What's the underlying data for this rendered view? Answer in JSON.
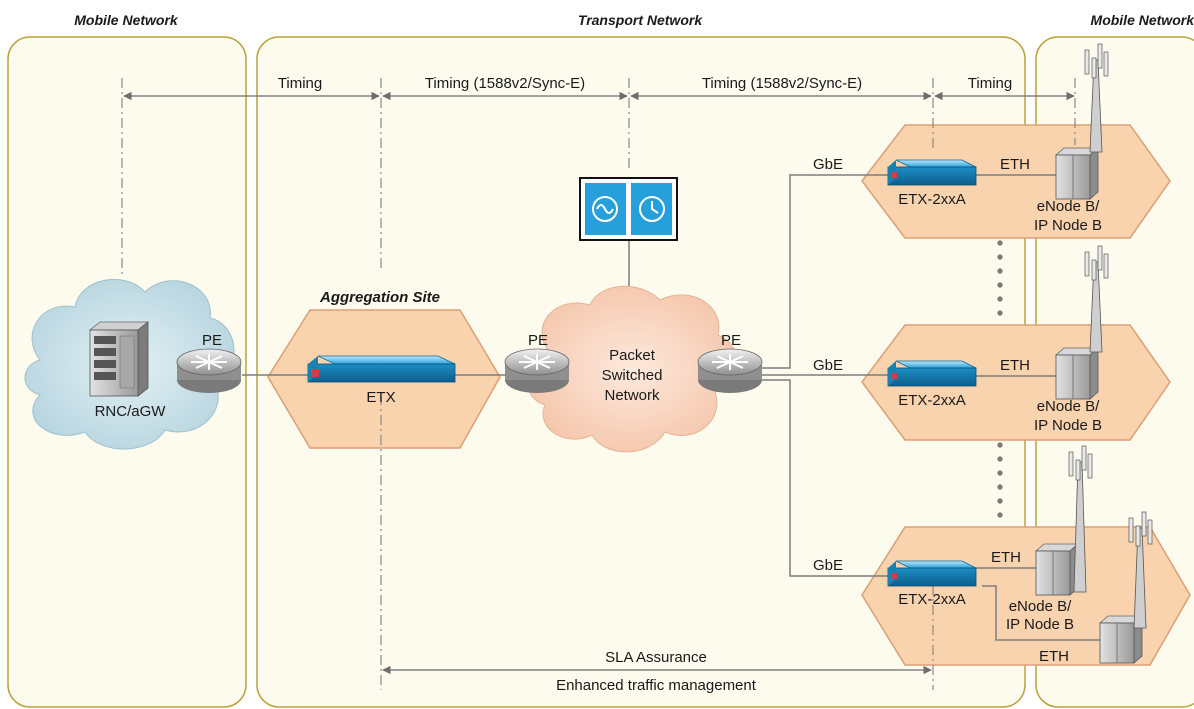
{
  "sections": {
    "left_header": "Mobile Network",
    "middle_header": "Transport Network",
    "right_header": "Mobile Network"
  },
  "timing": {
    "seg1": "Timing",
    "seg2": "Timing (1588v2/Sync-E)",
    "seg3": "Timing (1588v2/Sync-E)",
    "seg4": "Timing"
  },
  "nodes": {
    "rnc": "RNC/aGW",
    "pe_left": "PE",
    "aggregation_site": "Aggregation Site",
    "etx": "ETX",
    "pe_mid": "PE",
    "psn_line1": "Packet",
    "psn_line2": "Switched",
    "psn_line3": "Network",
    "pe_right": "PE"
  },
  "cell_sites": [
    {
      "uplink": "GbE",
      "device": "ETX-2xxA",
      "eth": "ETH",
      "enode_line1": "eNode B/",
      "enode_line2": "IP Node B"
    },
    {
      "uplink": "GbE",
      "device": "ETX-2xxA",
      "eth": "ETH",
      "enode_line1": "eNode B/",
      "enode_line2": "IP Node B"
    },
    {
      "uplink": "GbE",
      "device": "ETX-2xxA",
      "eth": "ETH",
      "eth2": "ETH",
      "enode_line1": "eNode B/",
      "enode_line2": "IP Node B"
    }
  ],
  "bottom": {
    "sla": "SLA Assurance",
    "traffic": "Enhanced traffic management"
  },
  "colors": {
    "panel_border": "#b9a33c",
    "panel_fill": "#fdfaee",
    "hexagon_fill": "#f8d3ae",
    "hexagon_stroke": "#dc9f74",
    "cloud_blue": "#c2dce5",
    "cloud_orange": "#f8d3bd",
    "device_blue": "#29a3dd",
    "line_gray": "#7d7d7d"
  }
}
